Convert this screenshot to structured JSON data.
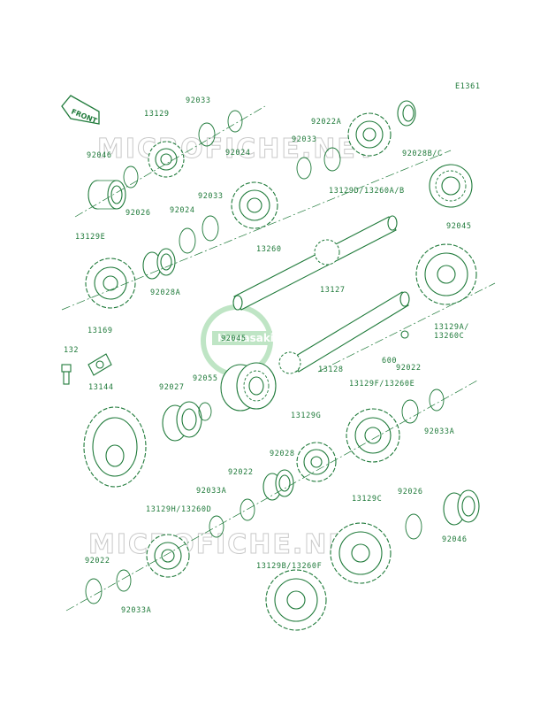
{
  "diagram_code": "E1361",
  "front_badge": "FRONT",
  "watermark": "MICROFICHE.NET",
  "logo_text": "Kawasaki",
  "part_labels": [
    "92033",
    "13129",
    "92022A",
    "92046",
    "92024",
    "92033",
    "92028B/C",
    "92026",
    "13129D/13260A/B",
    "92033",
    "92024",
    "92045",
    "13129E",
    "13260",
    "92028A",
    "13127",
    "13129A/",
    "13260C",
    "132",
    "13169",
    "92045",
    "13128",
    "600",
    "92022",
    "13144",
    "92027",
    "92055",
    "13129F/13260E",
    "92033A",
    "13129G",
    "92028",
    "92022",
    "92033A",
    "13129C",
    "92026",
    "13129H/13260D",
    "92046",
    "92022",
    "13129B/13260F",
    "92033A"
  ]
}
